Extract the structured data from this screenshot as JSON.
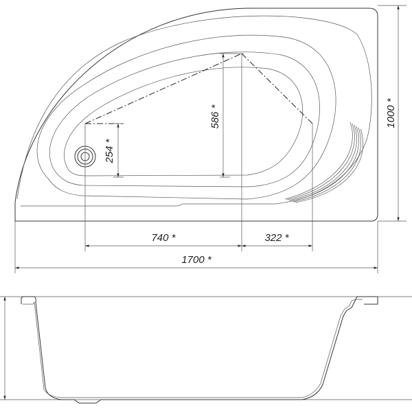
{
  "title": "Corner bathtub dimension drawing",
  "dimensions": {
    "width_total": "1700 *",
    "depth_total": "1000 *",
    "drain_to_apex": "740 *",
    "apex_to_right": "322 *",
    "apex_height": "586 *",
    "drain_offset": "254 *"
  },
  "colors": {
    "line": "#333333",
    "background": "#ffffff"
  }
}
